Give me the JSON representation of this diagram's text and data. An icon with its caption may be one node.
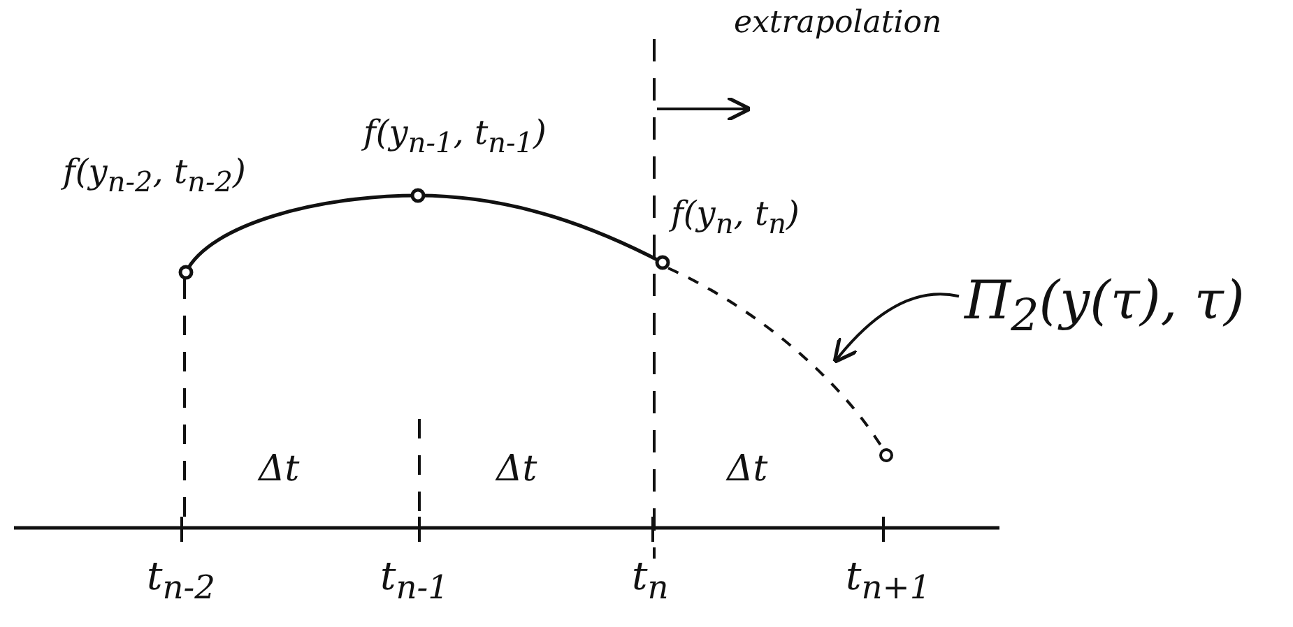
{
  "diagram": {
    "nodes": [
      {
        "text": [
          "Π$_{2}$(y(τ), τ)"
        ]
      },
      {
        "text": [],
        "shape": "curve"
      }
    ],
    "edges": [
      {
        "from": 0,
        "to": 1,
        "arrow": "to"
      }
    ],
    "labels": [
      "extrapolation",
      "f(y$_{n-2}$, t$_{n-2}$)",
      "f(y$_{n-1}$, t$_{n-1}$)",
      "f(y$_{n}$, t$_{n}$)",
      "Δt",
      "Δt",
      "Δt",
      "t$_{n-2}$",
      "t$_{n-1}$",
      "t$_{n}$",
      "t$_{n+1}$"
    ]
  }
}
